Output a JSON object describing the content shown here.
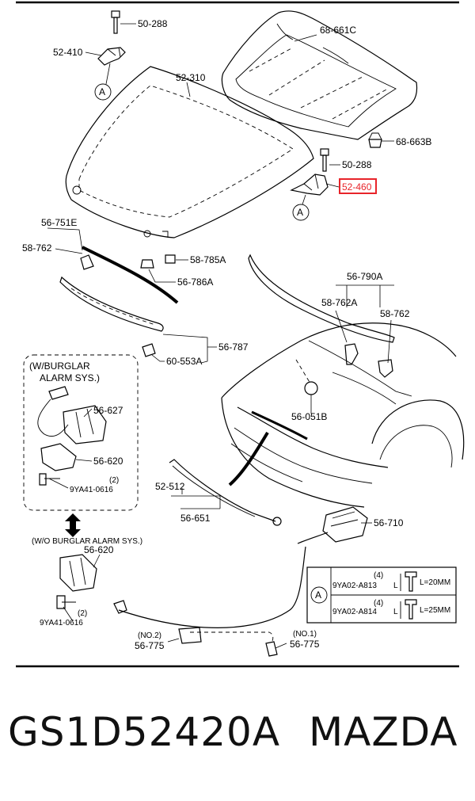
{
  "labels": {
    "p1": "50-288",
    "p2": "52-410",
    "p3": "52-310",
    "p4": "68-661C",
    "p5": "68-663B",
    "p6": "50-288",
    "p7": "52-460",
    "p8": "56-751E",
    "p9": "58-762",
    "p10": "58-785A",
    "p11": "56-786A",
    "p12": "56-787",
    "p13": "60-553A",
    "p14": "56-790A",
    "p15": "58-762A",
    "p16": "58-762",
    "p17": "56-051B",
    "p18": "56-627",
    "p19": "56-620",
    "p20": "9YA41-0616",
    "p21": "(2)",
    "p22": "52-512",
    "p23": "56-651",
    "p24": "56-710",
    "p25": "56-620",
    "p26": "9YA41-0616",
    "p27": "(2)",
    "p28": "(NO.2)",
    "p29": "56-775",
    "p30": "(NO.1)",
    "p31": "56-775"
  },
  "callout": "A",
  "burglar_box": {
    "line1": "(W/BURGLAR",
    "line2": "ALARM SYS.)"
  },
  "wo_burglar": "(W/O BURGLAR ALARM SYS.)",
  "legend": {
    "callout": "A",
    "rows": [
      {
        "part": "9YA02-A813",
        "qty": "(4)",
        "length": "L=20MM",
        "dim": "L"
      },
      {
        "part": "9YA02-A814",
        "qty": "(4)",
        "length": "L=25MM",
        "dim": "L"
      }
    ]
  },
  "highlight_color": "#e8242a",
  "footer": {
    "part_number": "GS1D52420A",
    "brand": "MAZDA"
  }
}
